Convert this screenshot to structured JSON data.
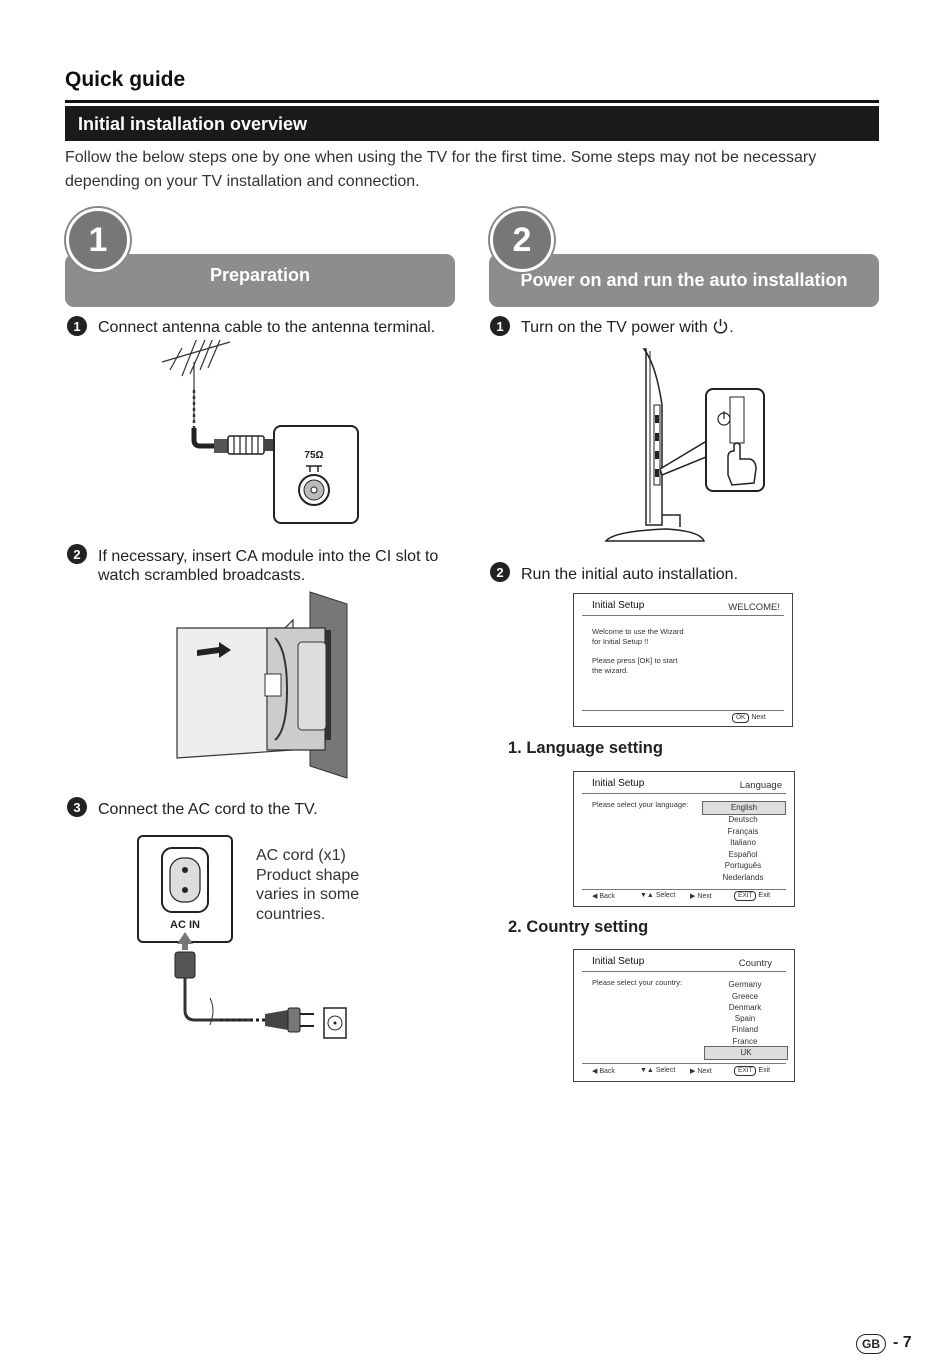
{
  "header": {
    "title": "Quick guide",
    "section_title": "Initial installation overview"
  },
  "intro": "Follow the below steps one by one when using the TV for the first time. Some steps may not be necessary depending on your TV installation and connection.",
  "step1": {
    "number": "1",
    "title": "Preparation",
    "items": [
      {
        "n": "1",
        "text": "Connect antenna cable to the antenna terminal."
      },
      {
        "n": "2",
        "text": "If necessary, insert CA module into the CI slot to watch scrambled broadcasts."
      },
      {
        "n": "3",
        "text": "Connect the AC cord to the TV."
      }
    ],
    "antenna_label": "75Ω",
    "ac_in_label": "AC IN",
    "cord_note": [
      "AC cord (x1)",
      "Product shape",
      "varies in some",
      "countries."
    ]
  },
  "step2": {
    "number": "2",
    "title": "Power on and run the auto installation",
    "items": [
      {
        "n": "1",
        "text": "Turn on the TV power with",
        "icon": "power-icon",
        "suffix": "."
      },
      {
        "n": "2",
        "text": "Run the initial auto installation."
      }
    ],
    "welcome_screen": {
      "title": "Initial Setup",
      "right": "WELCOME!",
      "msg1": [
        "Welcome to use the Wizard",
        "for Initial Setup !!"
      ],
      "msg2": [
        "Please press [OK] to start",
        "the wizard."
      ],
      "ok_key": "OK",
      "next": "Next"
    },
    "language_heading": "1. Language setting",
    "language_screen": {
      "title": "Initial Setup",
      "right": "Language",
      "prompt": "Please select your language:",
      "options": [
        "English",
        "Deutsch",
        "Français",
        "Italiano",
        "Español",
        "Portuguȇs",
        "Nederlands"
      ],
      "selected_index": 0,
      "footer": {
        "back": "Back",
        "select": "Select",
        "next": "Next",
        "exit_key": "EXIT",
        "exit": "Exit"
      }
    },
    "country_heading": "2. Country setting",
    "country_screen": {
      "title": "Initial Setup",
      "right": "Country",
      "prompt": "Please select your country:",
      "options": [
        "Germany",
        "Greece",
        "Denmark",
        "Spain",
        "Finland",
        "France",
        "UK"
      ],
      "selected_index": 6,
      "footer": {
        "back": "Back",
        "select": "Select",
        "next": "Next",
        "exit_key": "EXIT",
        "exit": "Exit"
      }
    }
  },
  "footer": {
    "region": "GB",
    "page": "- 7"
  }
}
